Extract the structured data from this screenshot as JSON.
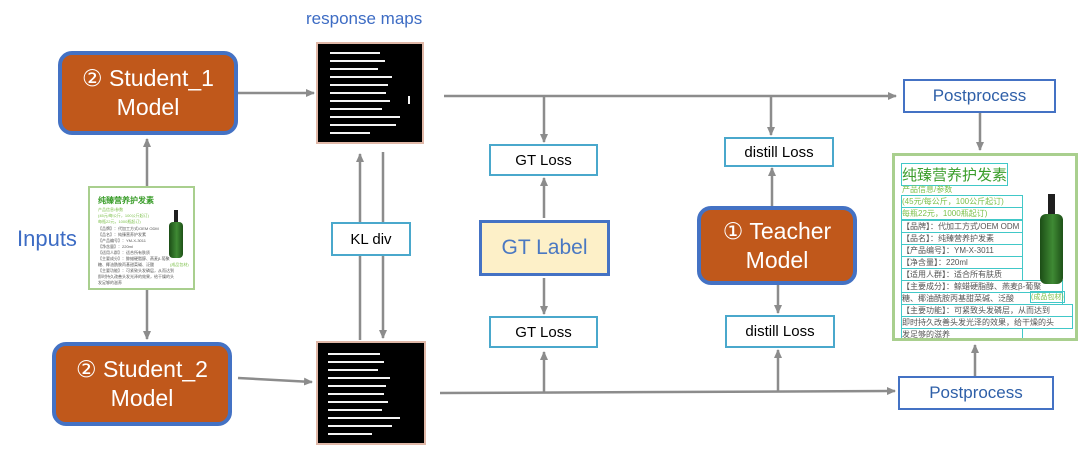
{
  "title": "response maps",
  "inputs_label": "Inputs",
  "student1": {
    "line1": "② Student_1",
    "line2": "Model"
  },
  "student2": {
    "line1": "② Student_2",
    "line2": "Model"
  },
  "teacher": {
    "line1": "① Teacher",
    "line2": "Model"
  },
  "kl_div": "KL div",
  "gt_loss_top": "GT Loss",
  "gt_loss_bottom": "GT Loss",
  "gt_label": "GT Label",
  "distill_loss_top": "distill Loss",
  "distill_loss_bottom": "distill Loss",
  "postprocess_top": "Postprocess",
  "postprocess_bottom": "Postprocess",
  "product_small": {
    "title": "纯臻营养护发素",
    "lines": [
      "产品信息/参数",
      "(45元/每公斤，100公斤起订)",
      "每瓶22元，1000瓶起订)",
      "【品牌】：代加工方式/OEM ODM",
      "【品名】：纯臻营养护发素",
      "【产品编号】：YM-X-3011",
      "【净含量】：220ml",
      "【适用人群】：适合所有肤质",
      "【主要成分】：鲸蜡硬脂醇、燕麦β-葡聚",
      "糖、椰油酰胺丙基甜菜碱、泛酸",
      "【主要功能】：可紧致头发磷层，从而达到",
      "即时持久改善头发光泽的效果，给干燥的头",
      "发足够的滋养"
    ],
    "tag": "(成品包材)"
  },
  "product_large": {
    "title": "纯臻营养护发素",
    "lines": [
      "产品信息/参数",
      "(45元/每公斤，100公斤起订)",
      "每瓶22元，1000瓶起订)",
      "【品牌】：代加工方式/OEM ODM",
      "【品名】：纯臻营养护发素",
      "【产品编号】：YM-X-3011",
      "【净含量】：220ml",
      "【适用人群】：适合所有肤质",
      "【主要成分】：鲸蜡硬脂醇、燕麦β-葡聚",
      "糖、椰油酰胺丙基甜菜碱、泛酸",
      "【主要功能】：可紧致头发磷层，从而达到",
      "即时持久改善头发光泽的效果，给干燥的头",
      "发足够的滋养"
    ],
    "tag": "(成品包材)"
  },
  "colors": {
    "model_fill": "#c0581b",
    "model_border": "#4472c4",
    "loss_border": "#4aa8cc",
    "arrow": "#8c8c8c",
    "gt_fill": "#fdf0c8",
    "highlight": "#41c8c8",
    "product_green": "#7cc04a"
  }
}
